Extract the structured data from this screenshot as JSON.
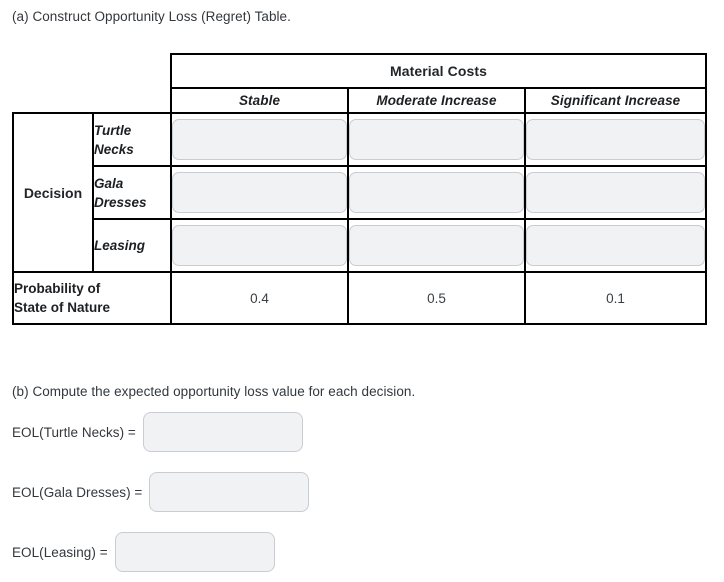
{
  "parts": {
    "a_label": "(a) Construct Opportunity Loss (Regret) Table.",
    "b_label": "(b) Compute the expected opportunity loss value for each decision."
  },
  "table": {
    "group_header": "Material Costs",
    "states": [
      "Stable",
      "Moderate Increase",
      "Significant Increase"
    ],
    "row_group_label": "Decision",
    "alternatives": [
      "Turtle Necks",
      "Gala Dresses",
      "Leasing"
    ],
    "cells": [
      {
        "alternative": "Turtle Necks",
        "values": [
          "",
          "",
          ""
        ],
        "placeholders": [
          "",
          "",
          ""
        ]
      },
      {
        "alternative": "Gala Dresses",
        "values": [
          "",
          "",
          ""
        ],
        "placeholders": [
          "",
          "",
          ""
        ]
      },
      {
        "alternative": "Leasing",
        "values": [
          "",
          "",
          ""
        ],
        "placeholders": [
          "",
          "",
          ""
        ]
      }
    ],
    "probability_label": "Probability of State of Nature",
    "probability_label_line1": "Probability of",
    "probability_label_line2": "State of Nature",
    "probabilities": [
      "0.4",
      "0.5",
      "0.1"
    ]
  },
  "eol": [
    {
      "label": "EOL(Turtle Necks) =",
      "value": "",
      "placeholder": ""
    },
    {
      "label": "EOL(Gala Dresses) =",
      "value": "",
      "placeholder": ""
    },
    {
      "label": "EOL(Leasing) =",
      "value": "",
      "placeholder": ""
    }
  ],
  "colors": {
    "state_header_green": "#b6f59a",
    "alternative_tan": "#f6e6b4",
    "probability_mint": "#b7f7d4",
    "input_fill": "#f1f2f4",
    "input_border": "#c9ccd1",
    "table_border": "#000000",
    "text": "#2b2f33"
  },
  "chart_data": {
    "type": "table",
    "title": "Opportunity Loss (Regret) Table",
    "column_headers": [
      "Stable",
      "Moderate Increase",
      "Significant Increase"
    ],
    "row_headers": [
      "Turtle Necks",
      "Gala Dresses",
      "Leasing"
    ],
    "rows": [
      {
        "name": "Turtle Necks",
        "values": [
          "",
          "",
          ""
        ]
      },
      {
        "name": "Gala Dresses",
        "values": [
          "",
          "",
          ""
        ]
      },
      {
        "name": "Leasing",
        "values": [
          "",
          "",
          ""
        ]
      }
    ],
    "footer_row": {
      "name": "Probability of State of Nature",
      "values": [
        "0.4",
        "0.5",
        "0.1"
      ]
    }
  }
}
